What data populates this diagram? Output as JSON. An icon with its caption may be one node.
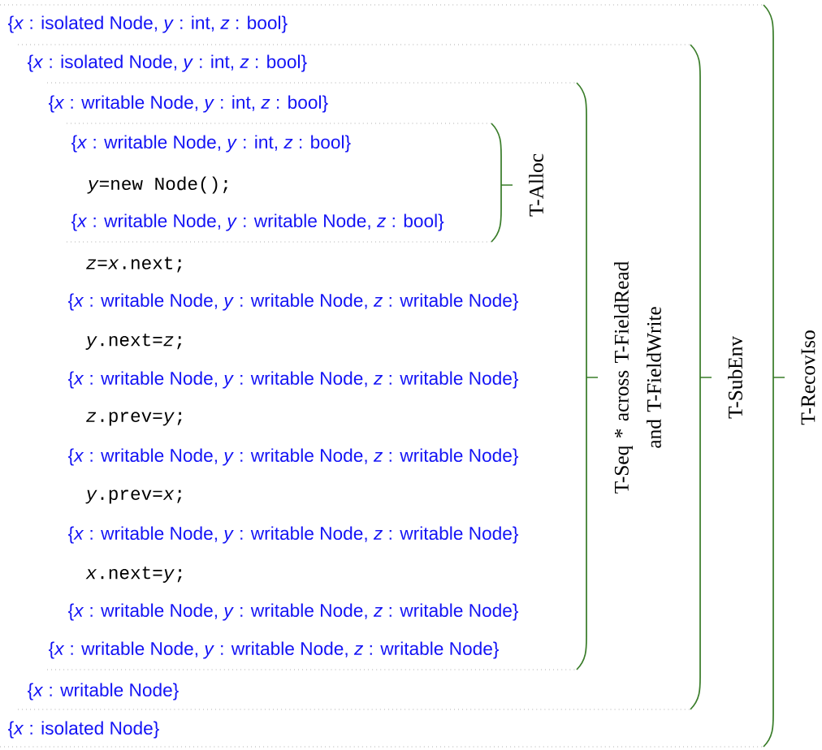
{
  "diagram": {
    "nodes": [
      {
        "text": [
          "{*x* : isolated Node, *y* : int, *z* : bool}",
          "{*x* : isolated Node}",
          "T-RecovIso"
        ]
      },
      {
        "text": [
          "{*x* : isolated Node, *y* : int, *z* : bool}",
          "{*x* : writable Node}",
          "T-SubEnv"
        ],
        "in": 0
      },
      {
        "text": [
          "{*x* : writable Node, *y* : int, *z* : bool}",
          "*z*=*x*.next;",
          "{*x* : writable Node, *y* : writable Node, *z* : writable Node}",
          "*y*.next=*z*;",
          "{*x* : writable Node, *y* : writable Node, *z* : writable Node}",
          "*z*.prev=*y*;",
          "{*x* : writable Node, *y* : writable Node, *z* : writable Node}",
          "*y*.prev=*x*;",
          "{*x* : writable Node, *y* : writable Node, *z* : writable Node}",
          "*x*.next=*y*;",
          "{*x* : writable Node, *y* : writable Node, *z* : writable Node}",
          "{*x* : writable Node, *y* : writable Node, *z* : writable Node}",
          "T-Seq * across T-FieldRead and T-FieldWrite"
        ],
        "in": 1
      },
      {
        "text": [
          "{*x* : writable Node, *y* : int, *z* : bool}",
          "*y*=new Node();",
          "{*x* : writable Node, *y* : writable Node, *z* : bool}",
          "T-Alloc"
        ],
        "in": 2
      }
    ]
  }
}
